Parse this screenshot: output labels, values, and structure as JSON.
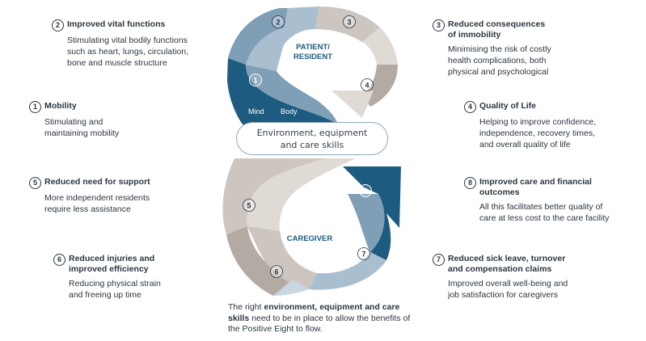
{
  "diagram": {
    "top_label_line1": "PATIENT/",
    "top_label_line2": "RESIDENT",
    "bottom_label": "CAREGIVER",
    "mind_label": "Mind",
    "body_label": "Body",
    "center_text": "Environment, equipment\nand care skills",
    "segment_numbers": [
      "1",
      "2",
      "3",
      "4",
      "5",
      "6",
      "7",
      "8"
    ],
    "colors": {
      "dark_blue": "#1d5b80",
      "mid_blue": "#7f9fb7",
      "light_blue": "#a9bfcf",
      "pale_blue": "#c8d7e1",
      "taupe": "#b4aaa4",
      "light_taupe": "#cdc5c0",
      "pale_taupe": "#e0dad5"
    }
  },
  "items": [
    {
      "number": "2",
      "title": "Improved vital functions",
      "description": "Stimulating vital bodily functions\nsuch as heart, lungs, circulation,\nbone and muscle structure"
    },
    {
      "number": "1",
      "title": "Mobility",
      "description": "Stimulating and\nmaintaining mobility"
    },
    {
      "number": "5",
      "title": "Reduced need for support",
      "description": "More independent residents\nrequire less assistance"
    },
    {
      "number": "6",
      "title": "Reduced injuries and\nimproved efficiency",
      "description": "Reducing physical strain\nand freeing up time"
    },
    {
      "number": "3",
      "title": "Reduced consequences\nof immobility",
      "description": "Minimising the risk of costly\nhealth complications, both\nphysical and psychological"
    },
    {
      "number": "4",
      "title": "Quality of Life",
      "description": "Helping to improve confidence,\nindependence, recovery times,\nand overall quality of life"
    },
    {
      "number": "8",
      "title": "Improved care and financial\noutcomes",
      "description": "All this facilitates better quality of\ncare at less cost to the care facility"
    },
    {
      "number": "7",
      "title": "Reduced sick leave, turnover\nand compensation claims",
      "description": "Improved overall well-being and\njob satisfaction for caregivers"
    }
  ],
  "footer": {
    "pre": "The right ",
    "bold": "environment, equipment and care skills",
    "post": " need to be in place to allow the benefits of the Positive Eight to flow."
  }
}
